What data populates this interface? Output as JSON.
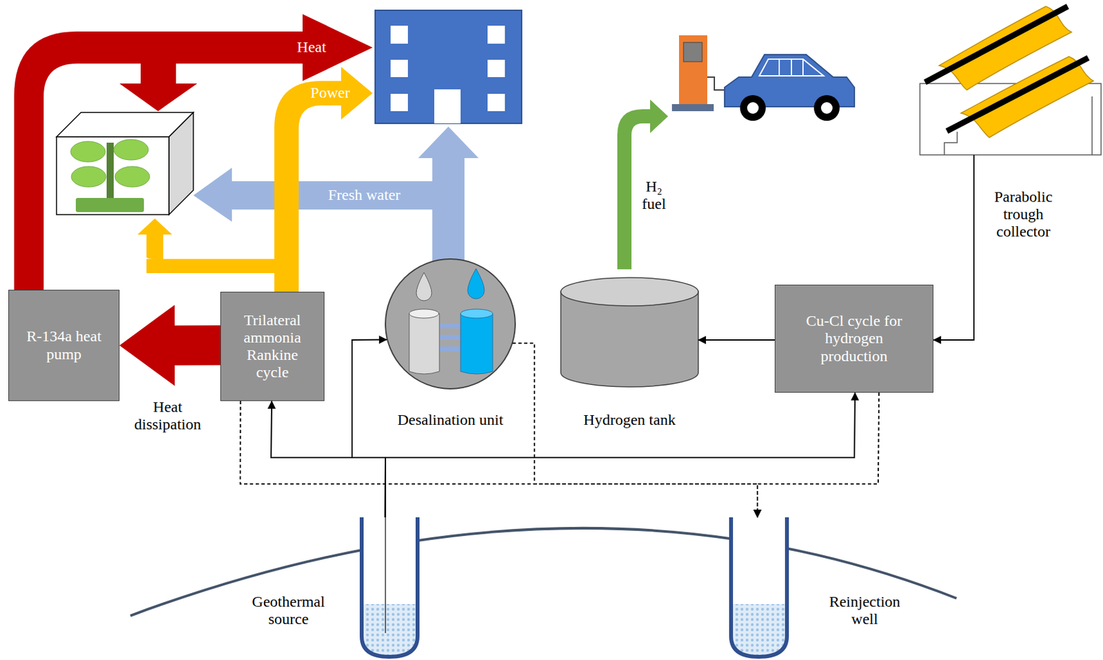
{
  "diagram": {
    "nodes": [
      {
        "text": [
          "R-134a heat pump"
        ]
      },
      {
        "text": [
          "Trilateral ammonia Rankine cycle"
        ]
      },
      {
        "text": [
          "Desalination unit"
        ]
      },
      {
        "text": [
          "Hydrogen tank"
        ]
      },
      {
        "text": [
          "Cu-Cl cycle for hydrogen production"
        ]
      },
      {
        "text": [
          "Parabolic trough collector"
        ]
      },
      {
        "text": [
          "Geothermal source"
        ]
      },
      {
        "text": [
          "Reinjection well"
        ]
      }
    ],
    "edges": [
      {
        "from": 1,
        "to": 0,
        "label": "Heat dissipation",
        "arrow": "to"
      },
      {
        "from": 6,
        "to": 1,
        "arrow": "to"
      },
      {
        "from": 6,
        "to": 2,
        "arrow": "to"
      },
      {
        "from": 6,
        "to": 4,
        "arrow": "to"
      },
      {
        "from": 5,
        "to": 4,
        "arrow": "to"
      },
      {
        "from": 4,
        "to": 3,
        "arrow": "to"
      },
      {
        "from": 1,
        "to": 7,
        "arrow": "to"
      },
      {
        "from": 2,
        "to": 7,
        "arrow": "to"
      },
      {
        "from": 4,
        "to": 7,
        "arrow": "to"
      }
    ],
    "labels": [
      "Heat",
      "Power",
      "Fresh water",
      "H₂ fuel"
    ]
  }
}
